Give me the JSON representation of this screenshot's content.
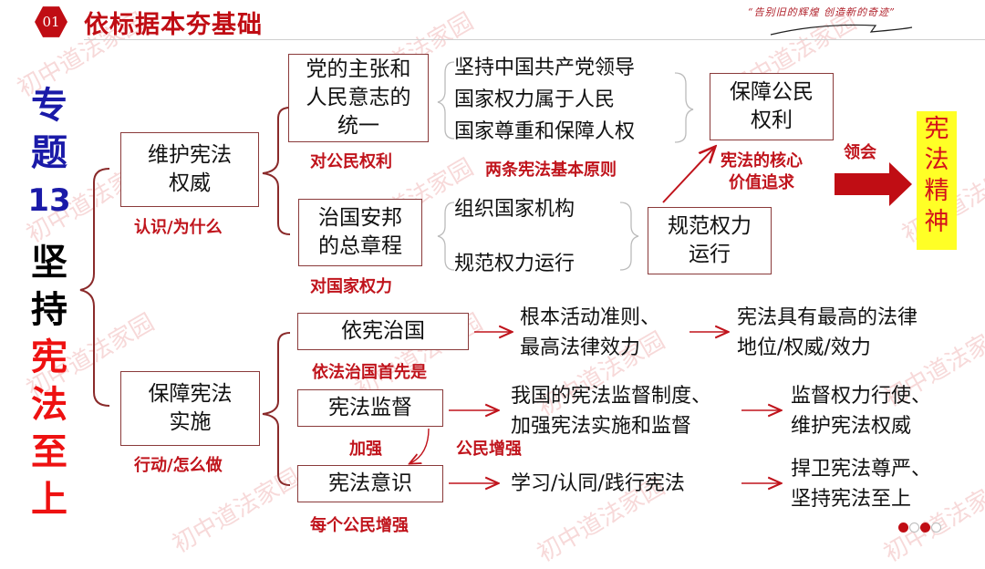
{
  "header": {
    "badge_number": "01",
    "title": "依标据本夯基础",
    "slogan": "“告别旧的辉煌 创造新的奇迹”"
  },
  "side_title": {
    "topic_label": [
      "专",
      "题",
      "13"
    ],
    "theme_black": [
      "坚",
      "持"
    ],
    "theme_red": [
      "宪",
      "法",
      "至",
      "上"
    ]
  },
  "branch_maintain": {
    "box": "维护宪法\n权威",
    "label": "认识/为什么",
    "children": [
      {
        "box": "党的主张和\n人民意志的\n统一",
        "label": "对公民权利",
        "items": [
          "坚持中国共产党领导",
          "国家权力属于人民",
          "国家尊重和保障人权"
        ],
        "items_label": "两条宪法基本原则"
      },
      {
        "box": "治国安邦\n的总章程",
        "label": "对国家权力",
        "items": [
          "组织国家机构",
          "规范权力运行"
        ]
      }
    ],
    "protect_rights_box": "保障公民\n权利",
    "regulate_power_box": "规范权力\n运行",
    "core_value_label": "宪法的核心\n价值追求",
    "comprehend_label": "领会",
    "spirit_box": [
      "宪",
      "法",
      "精",
      "神"
    ]
  },
  "branch_implement": {
    "box": "保障宪法\n实施",
    "label": "行动/怎么做",
    "rows": [
      {
        "box": "依宪治国",
        "label": "依法治国首先是",
        "middle": "根本活动准则、\n最高法律效力",
        "result": "宪法具有最高的法律\n地位/权威/效力"
      },
      {
        "box": "宪法监督",
        "label": "加强",
        "extra_label": "公民增强",
        "middle": "我国的宪法监督制度、\n加强宪法实施和监督",
        "result": "监督权力行使、\n维护宪法权威"
      },
      {
        "box": "宪法意识",
        "label": "每个公民增强",
        "middle": "学习/认同/践行宪法",
        "result": "捍卫宪法尊严、\n坚持宪法至上"
      }
    ]
  },
  "watermark_text": "初中道法家园",
  "pagination": {
    "dots": [
      "filled",
      "empty",
      "filled",
      "empty"
    ],
    "colors": {
      "filled": "#c00d14",
      "empty": "#ffffff"
    }
  },
  "colors": {
    "accent_red": "#c0141c",
    "box_border": "#8a3a3a",
    "spirit_bg": "#ffff26",
    "topic_blue": "#1a1aa8"
  }
}
